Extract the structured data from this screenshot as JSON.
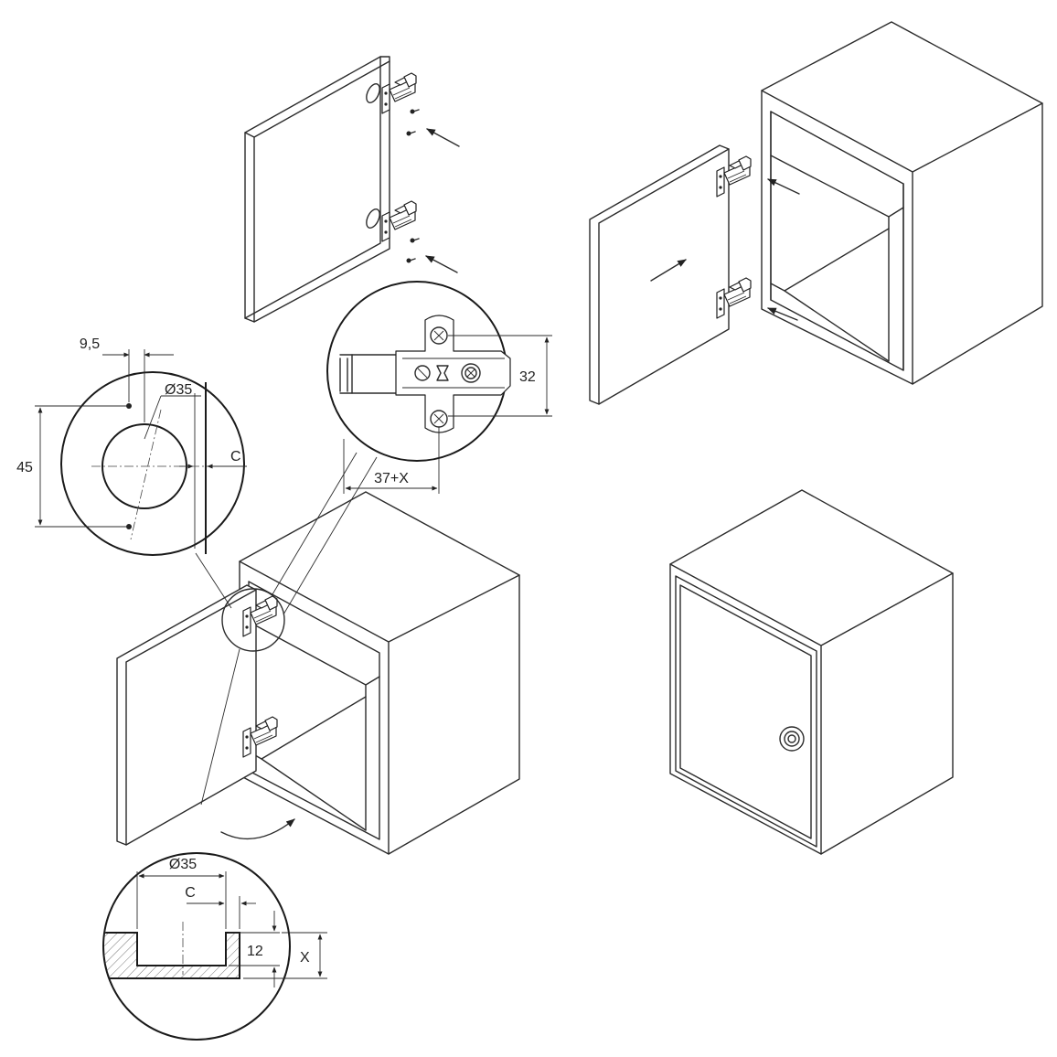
{
  "dimensions": {
    "side_offset": "9,5",
    "cup_diameter_top": "Ø35",
    "hole_spacing": "45",
    "edge_distance_top": "C",
    "plate_spacing": "32",
    "plate_offset": "37+X",
    "cup_diameter_section": "Ø35",
    "edge_distance_section": "C",
    "cup_depth": "12",
    "door_thickness": "X"
  }
}
